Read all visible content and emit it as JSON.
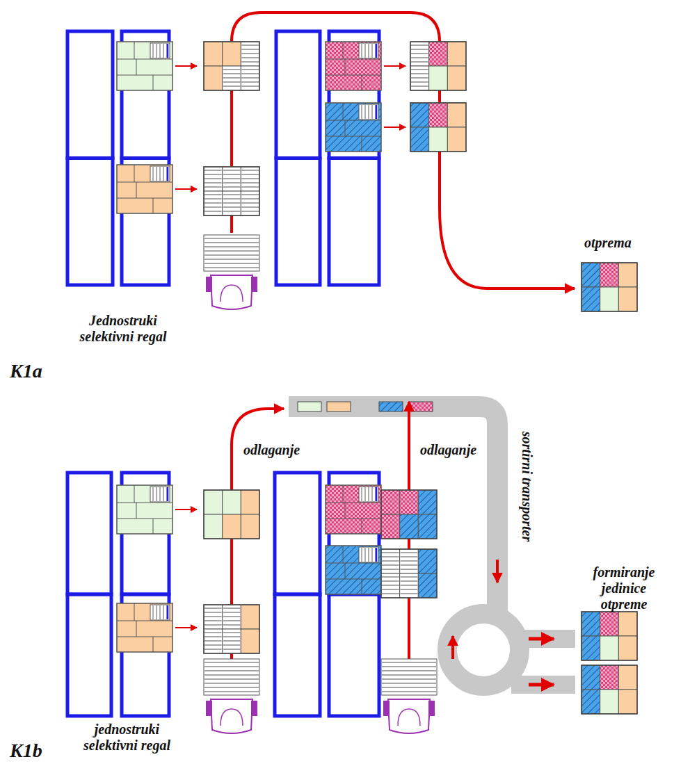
{
  "diagram": {
    "labels": [
      "otprema",
      "Jednostruki selektivni regal",
      "K1a",
      "odlaganje",
      "odlaganje",
      "sortirni transporter",
      "formiranje jedinice otpreme",
      "jednostruki selektivni regal",
      "K1b"
    ]
  }
}
